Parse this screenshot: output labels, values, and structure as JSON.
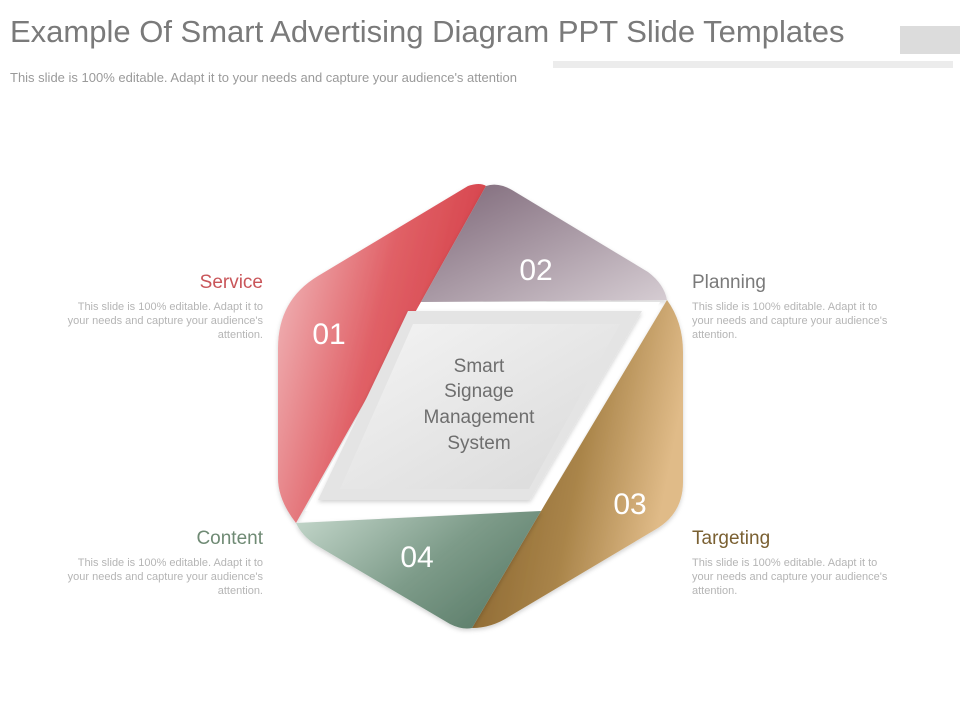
{
  "header": {
    "title": "Example Of Smart Advertising Diagram PPT Slide Templates",
    "subtitle": "This slide is 100% editable. Adapt it to your needs and capture your audience's attention"
  },
  "diagram": {
    "center_lines": [
      "Smart",
      "Signage",
      "Management",
      "System"
    ],
    "segments": [
      {
        "number": "01",
        "color": "#d9454c"
      },
      {
        "number": "02",
        "color": "#8b7486"
      },
      {
        "number": "03",
        "color": "#8c6a34"
      },
      {
        "number": "04",
        "color": "#6a8a78"
      }
    ]
  },
  "labels": {
    "service": {
      "title": "Service",
      "desc": "This slide is 100% editable. Adapt it to your needs and capture your audience's attention.",
      "color": "#c9565a"
    },
    "planning": {
      "title": "Planning",
      "desc": "This slide is 100% editable. Adapt it to your needs and capture your audience's attention.",
      "color": "#7a7a7a"
    },
    "content": {
      "title": "Content",
      "desc": "This slide is 100% editable. Adapt it to your needs and capture your audience's attention.",
      "color": "#6f8a74"
    },
    "targeting": {
      "title": "Targeting",
      "desc": "This slide is 100% editable. Adapt it to your needs and capture your audience's attention.",
      "color": "#7a6032"
    }
  }
}
